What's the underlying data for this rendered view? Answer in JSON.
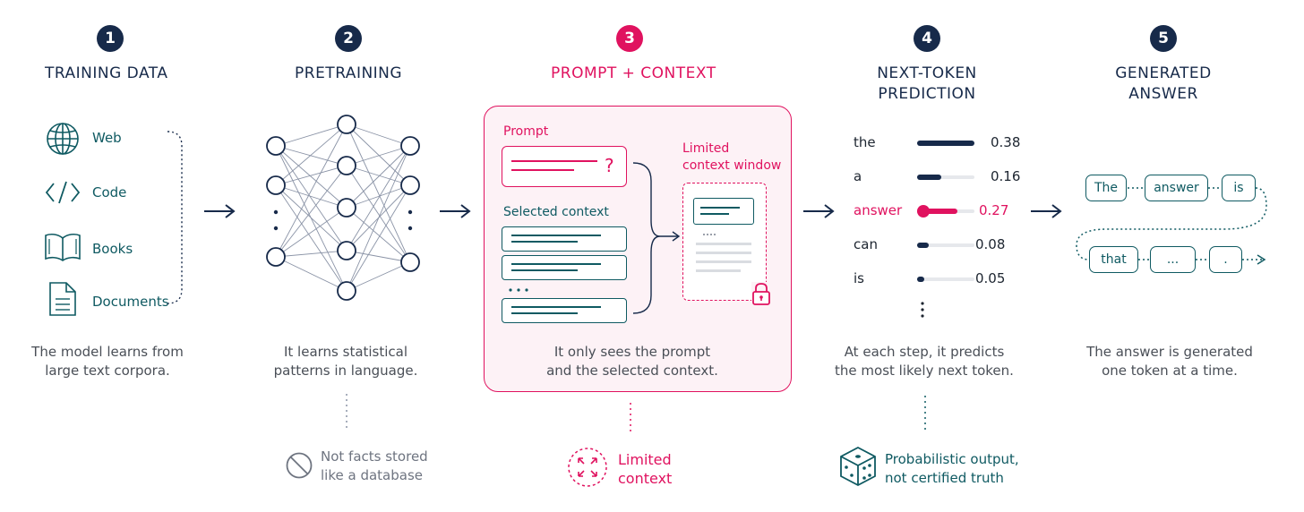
{
  "steps": [
    {
      "number": "1",
      "title": "TRAINING DATA",
      "description": [
        "The model learns from",
        "large text corpora."
      ]
    },
    {
      "number": "2",
      "title": "PRETRAINING",
      "description": [
        "It learns statistical",
        "patterns in language."
      ]
    },
    {
      "number": "3",
      "title": "PROMPT + CONTEXT",
      "description": [
        "It only sees the prompt",
        "and the selected context."
      ]
    },
    {
      "number": "4",
      "title_lines": [
        "NEXT-TOKEN",
        "PREDICTION"
      ],
      "description": [
        "At each step, it predicts",
        "the most likely next token."
      ]
    },
    {
      "number": "5",
      "title_lines": [
        "GENERATED",
        "ANSWER"
      ],
      "description": [
        "The answer is generated",
        "one token at a time."
      ]
    }
  ],
  "sources": [
    "Web",
    "Code",
    "Books",
    "Documents"
  ],
  "context_panel": {
    "prompt_label": "Prompt",
    "prompt_mark": "?",
    "selected_label": "Selected context",
    "window_label": [
      "Limited",
      "context window"
    ]
  },
  "predictions": [
    {
      "token": "the",
      "prob": "0.38",
      "value": 0.38,
      "highlight": false
    },
    {
      "token": "a",
      "prob": "0.16",
      "value": 0.16,
      "highlight": false
    },
    {
      "token": "answer",
      "prob": "0.27",
      "value": 0.27,
      "highlight": true
    },
    {
      "token": "can",
      "prob": "0.08",
      "value": 0.08,
      "highlight": false
    },
    {
      "token": "is",
      "prob": "0.05",
      "value": 0.05,
      "highlight": false
    }
  ],
  "answer_tokens_row1": [
    "The",
    "answer",
    "is"
  ],
  "answer_tokens_row2": [
    "that",
    "...",
    "."
  ],
  "notes": {
    "pretraining": [
      "Not facts stored",
      "like a database"
    ],
    "context": [
      "Limited",
      "context"
    ],
    "prediction": [
      "Probabilistic output,",
      "not certified truth"
    ]
  },
  "colors": {
    "navy": "#172a4a",
    "pink": "#e0125f",
    "teal": "#0f5a62"
  },
  "icons": [
    "globe-icon",
    "code-icon",
    "book-icon",
    "document-icon",
    "no-icon",
    "expand-icon",
    "dice-icon",
    "lock-icon"
  ]
}
